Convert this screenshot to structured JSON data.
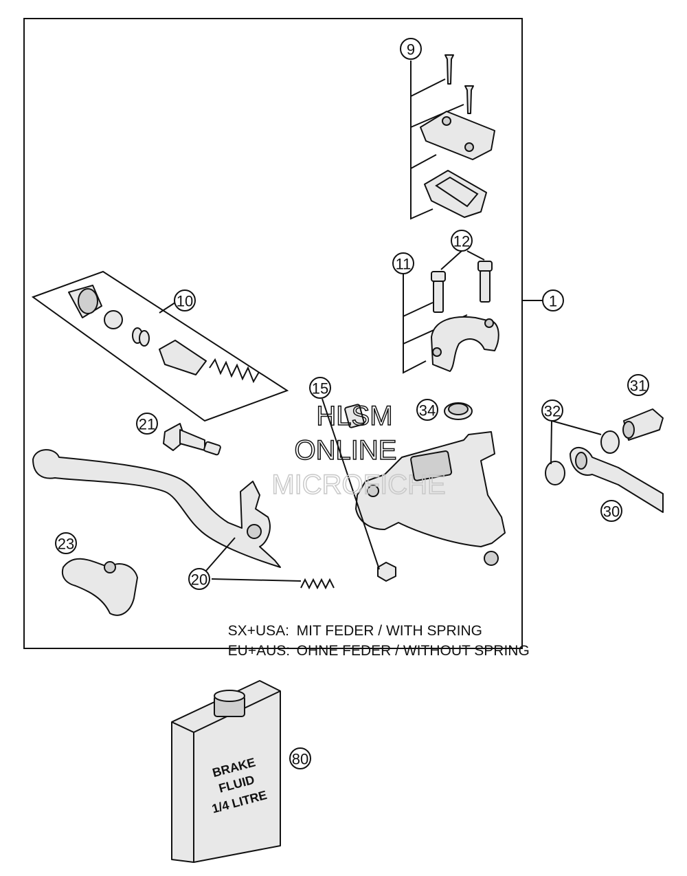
{
  "callouts": [
    "1",
    "9",
    "10",
    "11",
    "12",
    "15",
    "20",
    "21",
    "23",
    "30",
    "31",
    "32",
    "34",
    "80"
  ],
  "notes": {
    "line1_key": "SX+USA:",
    "line1_value": "MIT FEDER / WITH SPRING",
    "line2_key": "EU+AUS:",
    "line2_value": "OHNE FEDER / WITHOUT SPRING"
  },
  "watermark": {
    "line1": "HLSM",
    "line2": "ONLINE",
    "line3": "MICROFICHE"
  },
  "can_label": {
    "line1": "BRAKE",
    "line2": "FLUID",
    "line3": "1/4 LITRE"
  }
}
